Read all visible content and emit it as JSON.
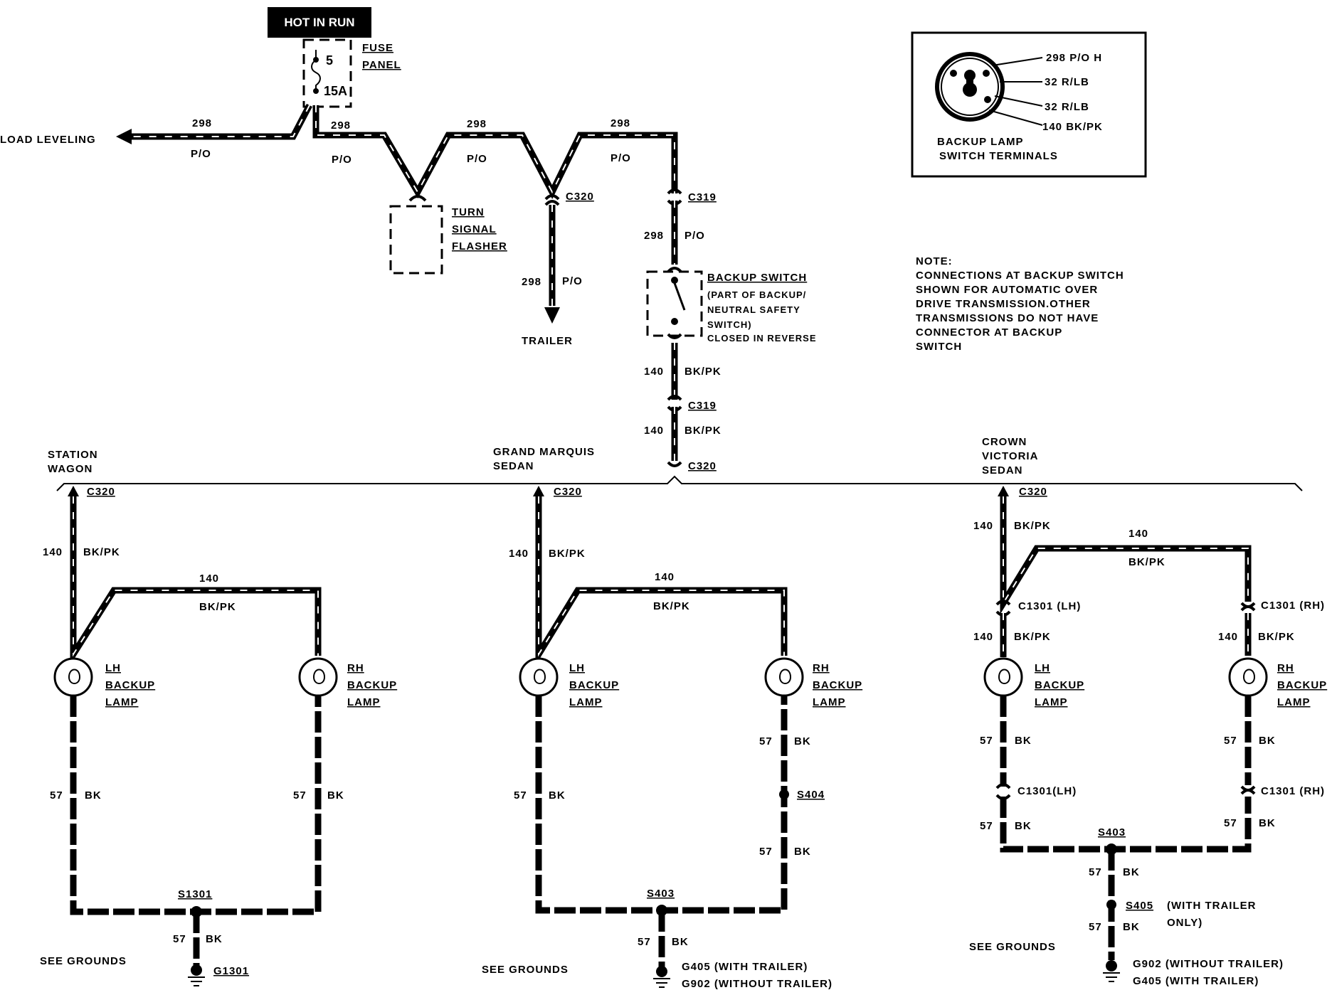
{
  "header": {
    "hot_in_run": "HOT IN RUN"
  },
  "fuse": {
    "title_line1": "FUSE",
    "title_line2": "PANEL",
    "number": "5",
    "rating": "15A"
  },
  "top": {
    "load_leveling": "LOAD LEVELING",
    "w298": "298",
    "po": "P/O",
    "turn_signal": [
      "TURN",
      "SIGNAL",
      "FLASHER"
    ],
    "c320": "C320",
    "c319": "C319",
    "trailer": "TRAILER",
    "backup_switch": "BACKUP SWITCH",
    "backup_switch_note": [
      "(PART OF BACKUP/",
      "NEUTRAL SAFETY",
      "SWITCH)",
      "CLOSED IN REVERSE"
    ],
    "w140": "140",
    "bkpk": "BK/PK"
  },
  "inset": {
    "pins": [
      "298 P/O H",
      "32 R/LB",
      "32 R/LB",
      "140 BK/PK"
    ],
    "caption_line1": "BACKUP LAMP",
    "caption_line2": "SWITCH TERMINALS"
  },
  "note": {
    "title": "NOTE:",
    "lines": [
      "CONNECTIONS AT BACKUP SWITCH",
      "SHOWN FOR AUTOMATIC OVER",
      "DRIVE TRANSMISSION.OTHER",
      "TRANSMISSIONS DO NOT HAVE",
      "CONNECTOR AT BACKUP",
      "SWITCH"
    ]
  },
  "sections": {
    "station_wagon": [
      "STATION",
      "WAGON"
    ],
    "grand_marquis": [
      "GRAND MARQUIS",
      "SEDAN"
    ],
    "crown_victoria": [
      "CROWN",
      "VICTORIA",
      "SEDAN"
    ]
  },
  "common": {
    "w57": "57",
    "bk": "BK",
    "lh_lamp": [
      "LH",
      "BACKUP",
      "LAMP"
    ],
    "rh_lamp": [
      "RH",
      "BACKUP",
      "LAMP"
    ],
    "see_grounds": "SEE GROUNDS"
  },
  "wagon": {
    "splice": "S1301",
    "ground": "G1301"
  },
  "marquis": {
    "s404": "S404",
    "s403": "S403",
    "g405": "G405 (WITH TRAILER)",
    "g902": "G902 (WITHOUT TRAILER)"
  },
  "crown": {
    "c1301_lh": "C1301 (LH)",
    "c1301_rh": "C1301 (RH)",
    "c1301_lh_lower": "C1301(LH)",
    "c1301_rh_lower": "C1301 (RH)",
    "s403": "S403",
    "s405": "S405",
    "s405_note": [
      "(WITH TRAILER",
      "ONLY)"
    ],
    "g902": "G902 (WITHOUT TRAILER)",
    "g405": "G405 (WITH TRAILER)"
  }
}
